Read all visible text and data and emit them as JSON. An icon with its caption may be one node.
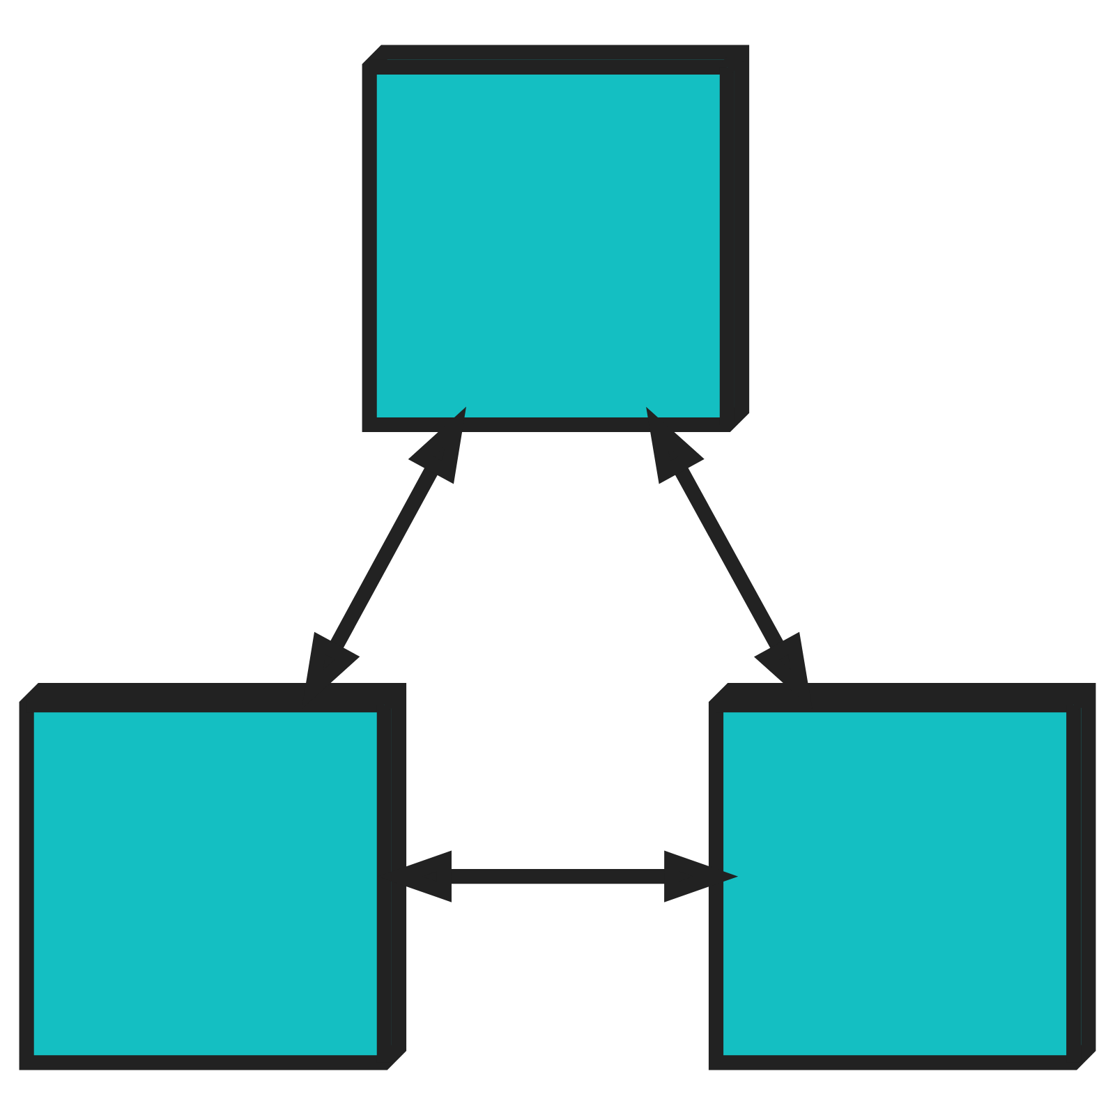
{
  "diagram": {
    "nodes": [
      {
        "text": [],
        "shape": "cube"
      },
      {
        "text": [],
        "shape": "cube"
      },
      {
        "text": [],
        "shape": "cube"
      }
    ],
    "edges": [
      {
        "from": 0,
        "to": 1,
        "arrow": "both"
      },
      {
        "from": 0,
        "to": 2,
        "arrow": "both"
      },
      {
        "from": 1,
        "to": 2,
        "arrow": "both"
      }
    ]
  }
}
